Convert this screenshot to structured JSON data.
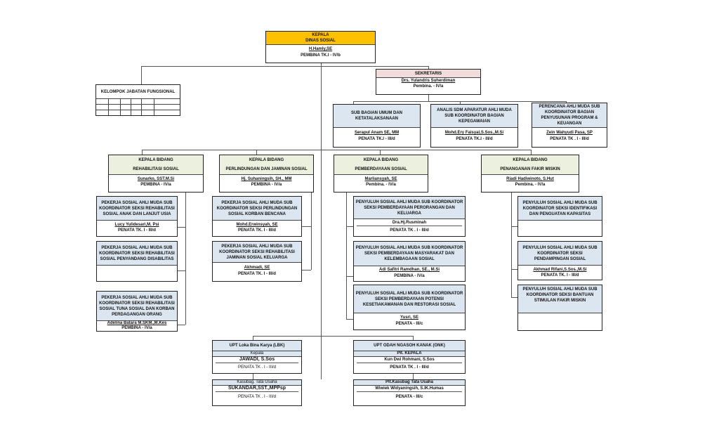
{
  "kepala": {
    "title1": "KEPALA",
    "title2": "DINAS SOSIAL",
    "name": "H.Hamly,SE",
    "rank": "PEMBINA TK.I - IV/b"
  },
  "fungsional": {
    "title": "KELOMPOK JABATAN FUNGSIONAL"
  },
  "sekretaris": {
    "title": "SEKRETARIS",
    "name": "Drs. Yulandris Suherdiman",
    "rank": "Pembina. - IV/a"
  },
  "sek_units": [
    {
      "title": "SUB BAGIAN UMUM DAN KETATALAKSANAAN",
      "name": "Serapul Anam SE, MM",
      "rank": "PENATA TK.I - III/d"
    },
    {
      "title": "ANALIS SDM APARATUR AHLI MUDA SUB KOORDINATOR BAGIAN KEPEGAWAIAN",
      "name": "Mohd.Ery Faisyal,S.Sos.,M.Si",
      "rank": "PENATA TK.I - III/d"
    },
    {
      "title": "PERENCANA AHLI MUDA SUB KOORDINATOR BAGIAN PENYUSUNAN PROGRAM & KEUANGAN",
      "name": "Zein Wahyudi Pasa, SP",
      "rank": "PENATA TK . I - III/d"
    }
  ],
  "bidang": [
    {
      "title1": "KEPALA BIDANG",
      "title2": "REHABILITASI SOSIAL",
      "name": "Sunarko, SST.M.Si",
      "rank": "PEMBINA - IV/a",
      "seksi": [
        {
          "title": "PEKERJA SOSIAL AHLI MUDA SUB KOORDINATOR SEKSI REHABILITASI SOSIAL ANAK DAN LANJUT USIA",
          "name": "Lucy Yulidesari,M. Psi",
          "rank": "PENATA TK. I - III/d"
        },
        {
          "title": "PEKERJA SOSIAL AHLI MUDA SUB KOORDINATOR SEKSI REHABILITASI SOSIAL PENYANDANG DISABILITAS",
          "name": "",
          "rank": ""
        },
        {
          "title": "PEKERJA SOSIAL AHLI MUDA SUB KOORDINATOR SEKSI REHABILITASI SOSIAL TUNA SOSIAL DAN KORBAN PERDAGANGAN ORANG",
          "name": "Adelina Batara M.SKM.,M.Kes",
          "rank": "PEMBINA - IV/a"
        }
      ]
    },
    {
      "title1": "KEPALA BIDANG",
      "title2": "PERLINDUNGAN DAN JAMINAN SOSIAL",
      "name": "Hj. Suhaningsih, SH., MM",
      "rank": "PEMBINA - IV/a",
      "seksi": [
        {
          "title": "PEKERJA SOSIAL AHLI MUDA SUB KOORDINATOR SEKSI PERLINDUNGAN SOSIAL KORBAN BENCANA",
          "name": "Mohd.Erwinsyah, SE",
          "rank": "PENATA TK. I - III/d"
        },
        {
          "title": "PEKERJA SOSIAL AHLI MUDA SUB KOORDINATOR SEKSI REHABILITASI JAMINAN SOSIAL KELUARGA",
          "name": "Akhmadi, SE",
          "rank": "PENATA TK. I - III/d"
        }
      ]
    },
    {
      "title1": "KEPALA BIDANG",
      "title2": "PEMBERDAYAAN SOSIAL",
      "name": "Marliansyah, SE",
      "rank": "Pembina. - IV/a",
      "seksi": [
        {
          "title": "PENYULUH SOSIAL AHLI MUDA SUB KOORDINATOR SEKSI PEMBERDAYAAN PERORANGAN DAN KELUARGA",
          "name": "Dra.Hj.Rusminah",
          "rank": "PENATA TK . I - III/d"
        },
        {
          "title": "PENYULUH SOSIAL AHLI MUDA SUB KOORDINATOR SEKSI PEMBERDAYAAN MASYARAKAT DAN KELEMBAGAAN SOSIAL",
          "name": "Adi Safitri Ramdhan, SE., M.Si",
          "rank": "PEMBINA - IV/a"
        },
        {
          "title": "PENYULUH SOSIAL AHLI MUDA SUB KOORDINATOR SEKSI PEMBERDAYAAN POTENSI KESETIAKAWANAN DAN RESTORASI SOSIAL",
          "name": "Yusri, SE",
          "rank": "PENATA - III/c"
        }
      ]
    },
    {
      "title1": "KEPALA BIDANG",
      "title2": "PENANGANAN FAKIR MISKIN",
      "name": "Riadi Hadiwinoto, S.Hut",
      "rank": "Pembina. - IV/a",
      "seksi": [
        {
          "title": "PENYULUH SOSIAL AHLI MUDA SUB KOORDINATOR SEKSI IDENTIFIKASI DAN PENGUATAN KAPASITAS",
          "name": "",
          "rank": ""
        },
        {
          "title": "PENYULUH SOSIAL AHLI MUDA SUB KOORDINATOR SEKSI PENDAMPINGAN SOSIAL",
          "name": "Akhmad Rifani,S.Sos.,M.Si",
          "rank": "PENATA TK. I - III/d"
        },
        {
          "title": "PENYULUH SOSIAL AHLI MUDA SUB KOORDINATOR SEKSI BANTUAN STIMULAN FAKIR MISKIN",
          "name": "",
          "rank": ""
        }
      ]
    }
  ],
  "upt": [
    {
      "title": "UPT Loka Bina Karya (LBK)",
      "head_label": "Kepala",
      "head_name": "JAWADI, S.Sos",
      "head_rank": "PENATA TK . I - III/d",
      "tu_label": "Kasubag. Tata Usaha",
      "tu_name": "SUKANDAR,SST.,MPPsp",
      "tu_rank": "PENATA TK . I - III/d"
    },
    {
      "title": "UPT ODAH NGASOH KANAK (ONK)",
      "head_label": "Plt. KEPALA",
      "head_name": "Kun Dwi Rohmani, S.Sos",
      "head_rank": "PENATA TK . I - III/d",
      "tu_label": "Plt.Kasubag Tata Usaha",
      "tu_name": "Wiwiek Widyaningsih, S.IK.Humas",
      "tu_rank": "PENATA - III/c"
    }
  ]
}
